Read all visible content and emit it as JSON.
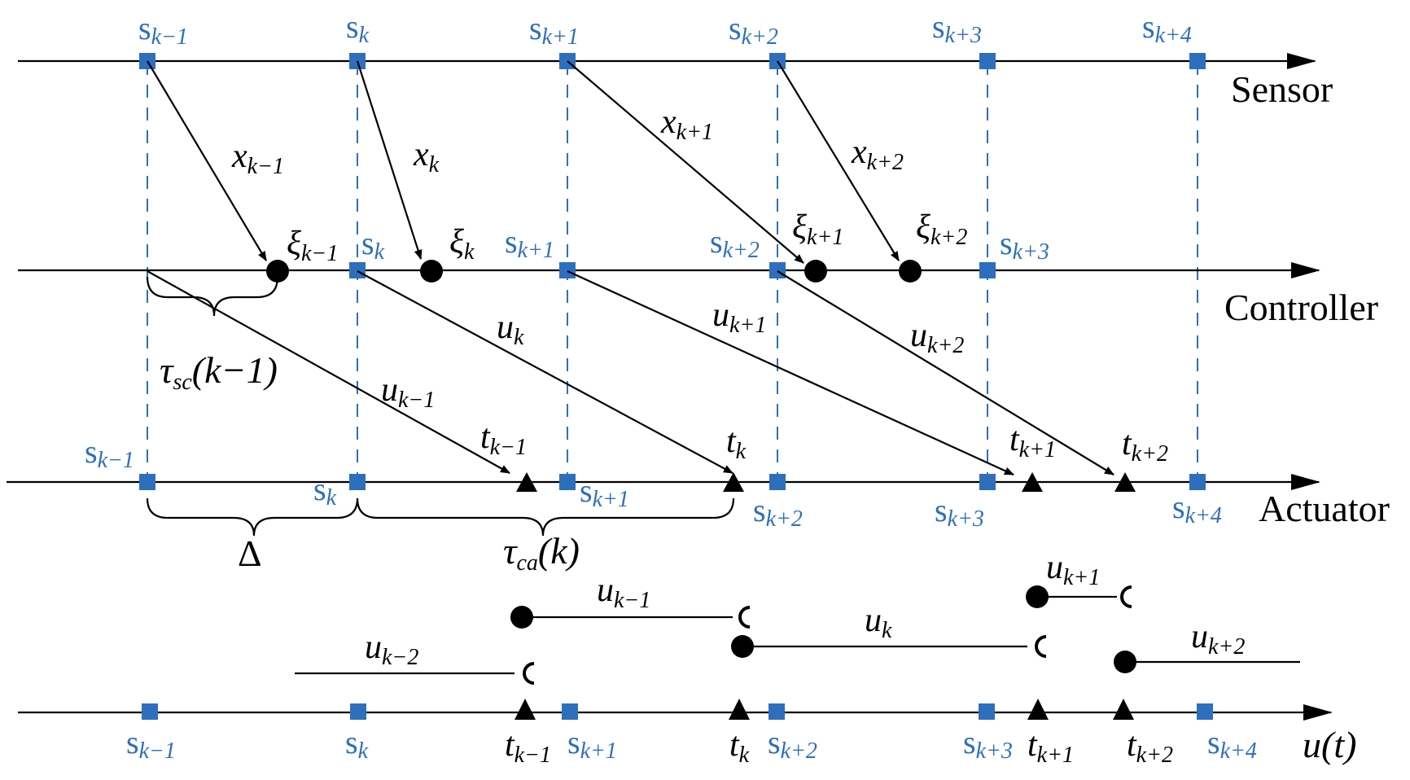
{
  "colors": {
    "sample": "#2e6fbd",
    "line": "#000000",
    "vline": "#2e6fbd"
  },
  "lanes": {
    "sensor": "Sensor",
    "controller": "Controller",
    "actuator": "Actuator",
    "output": "u(t)"
  },
  "sample_base": "s",
  "subs": {
    "km1": "k−1",
    "k": "k",
    "kp1": "k+1",
    "kp2": "k+2",
    "kp3": "k+3",
    "kp4": "k+4",
    "km2": "k−2"
  },
  "sensor_samples": [
    "k−1",
    "k",
    "k+1",
    "k+2",
    "k+3",
    "k+4"
  ],
  "state_msgs": [
    {
      "base": "x",
      "sub": "k−1"
    },
    {
      "base": "x",
      "sub": "k"
    },
    {
      "base": "x",
      "sub": "k+1"
    },
    {
      "base": "x",
      "sub": "k+2"
    }
  ],
  "arrivals": [
    {
      "base": "ξ",
      "sub": "k−1"
    },
    {
      "base": "ξ",
      "sub": "k"
    },
    {
      "base": "ξ",
      "sub": "k+1"
    },
    {
      "base": "ξ",
      "sub": "k+2"
    }
  ],
  "control_msgs": [
    {
      "base": "u",
      "sub": "k−1"
    },
    {
      "base": "u",
      "sub": "k"
    },
    {
      "base": "u",
      "sub": "k+1"
    },
    {
      "base": "u",
      "sub": "k+2"
    }
  ],
  "actuation_times": [
    {
      "base": "t",
      "sub": "k−1"
    },
    {
      "base": "t",
      "sub": "k"
    },
    {
      "base": "t",
      "sub": "k+1"
    },
    {
      "base": "t",
      "sub": "k+2"
    }
  ],
  "delays": {
    "tau_sc": {
      "base": "τ",
      "sub": "sc",
      "arg": "(k−1)"
    },
    "tau_ca": {
      "base": "τ",
      "sub": "ca",
      "arg": "(k)"
    },
    "delta": "Δ"
  },
  "held_inputs": [
    {
      "base": "u",
      "sub": "k−2"
    },
    {
      "base": "u",
      "sub": "k−1"
    },
    {
      "base": "u",
      "sub": "k"
    },
    {
      "base": "u",
      "sub": "k+1"
    },
    {
      "base": "u",
      "sub": "k+2"
    }
  ]
}
